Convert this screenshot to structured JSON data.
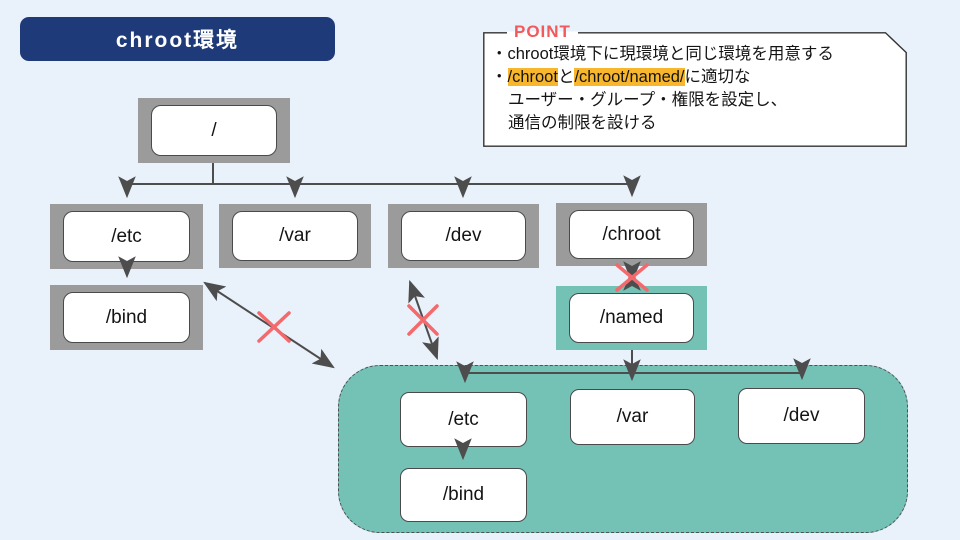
{
  "title": {
    "label": "chroot環境"
  },
  "point": {
    "title": "POINT",
    "lines": [
      {
        "segments": [
          {
            "text": "・chroot環境下に現環境と同じ環境を用意する"
          }
        ]
      },
      {
        "segments": [
          {
            "text": "・"
          },
          {
            "text": "/chroot",
            "highlight": true
          },
          {
            "text": "と"
          },
          {
            "text": "/chroot/named/",
            "highlight": true
          },
          {
            "text": "に適切な"
          }
        ]
      },
      {
        "segments": [
          {
            "text": "ユーザー・グループ・権限を設定し、"
          }
        ],
        "indent": true
      },
      {
        "segments": [
          {
            "text": "通信の制限を設ける"
          }
        ],
        "indent": true
      }
    ]
  },
  "nodes": {
    "root": "/",
    "etc": "/etc",
    "var": "/var",
    "dev": "/dev",
    "chroot": "/chroot",
    "bind": "/bind",
    "named": "/named",
    "chroot_etc": "/etc",
    "chroot_var": "/var",
    "chroot_dev": "/dev",
    "chroot_bind": "/bind"
  },
  "colors": {
    "background": "#e9f1fa",
    "title_bg": "#1e3a78",
    "frame_gray": "#9b9b9b",
    "teal": "#74c1b6",
    "arrow": "#4d4d4d",
    "cross_red": "#f4696b",
    "point_title_red": "#f2595b",
    "highlight_orange": "#f8b62d"
  }
}
